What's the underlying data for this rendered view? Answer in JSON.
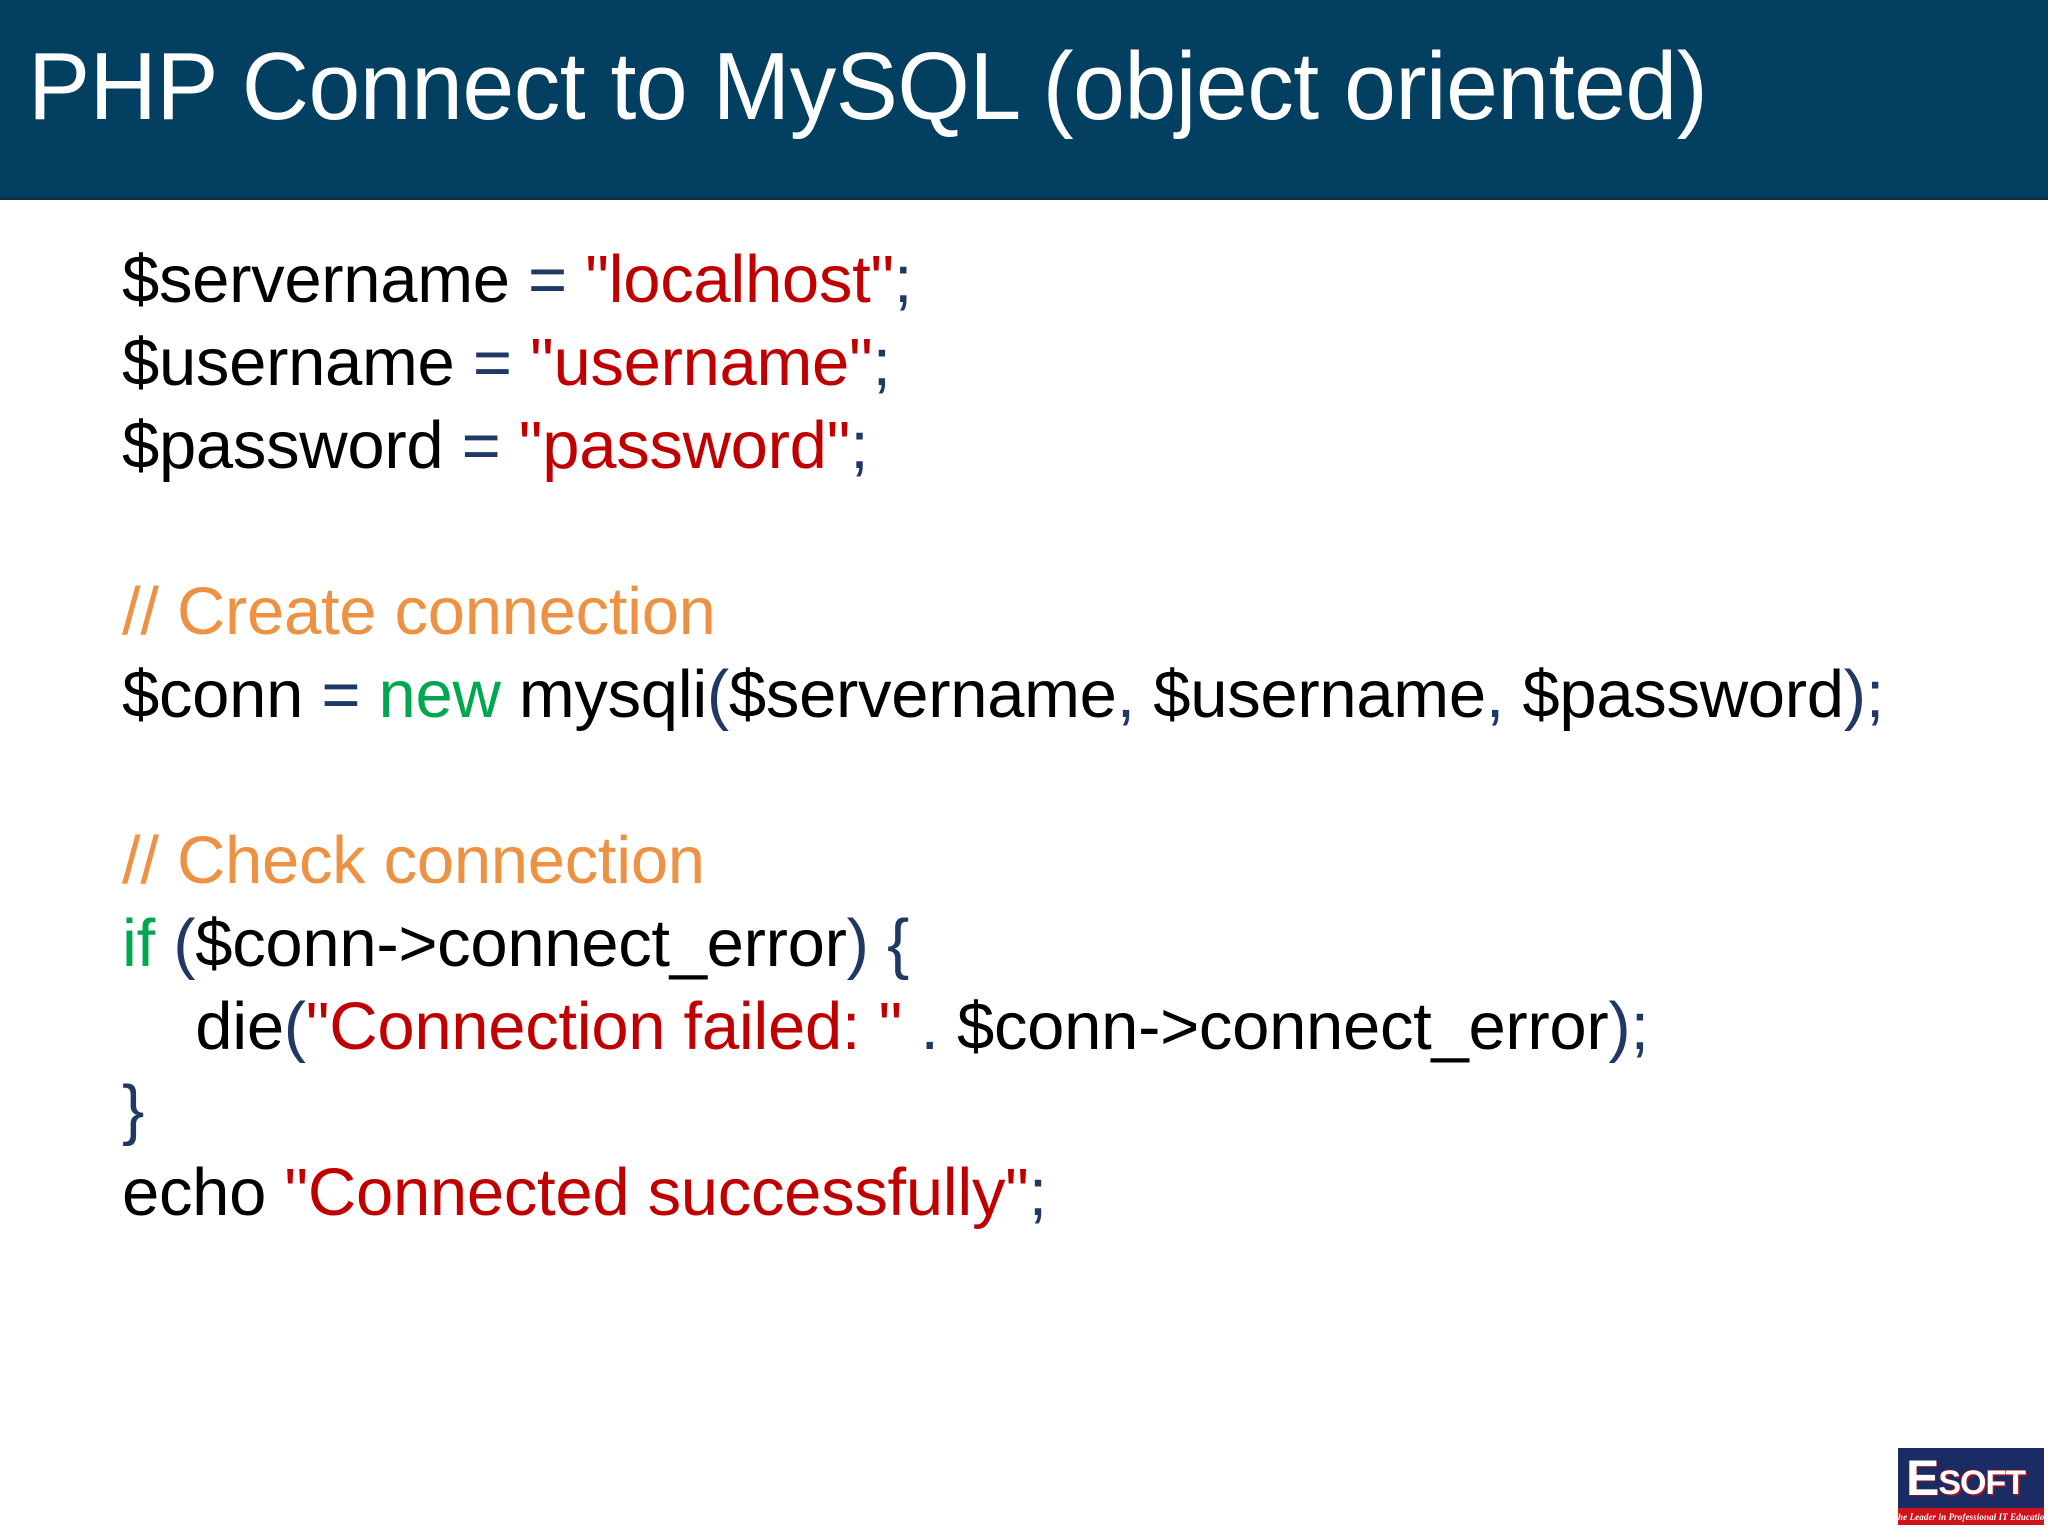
{
  "header": {
    "title": "PHP Connect to MySQL (object oriented)",
    "background_color": "#023F60",
    "text_color": "#FFFFFF"
  },
  "colors": {
    "plain": "#000000",
    "punctuation": "#1F3864",
    "string": "#C00000",
    "comment": "#ED9243",
    "keyword": "#00A650",
    "function": "#1272C4",
    "background": "#FFFFFF"
  },
  "code": {
    "language": "php",
    "lines": [
      {
        "id": "line-servername",
        "tokens": [
          {
            "t": "$servername ",
            "k": "plain"
          },
          {
            "t": "=",
            "k": "punct"
          },
          {
            "t": " ",
            "k": "plain"
          },
          {
            "t": "\"localhost\"",
            "k": "string"
          },
          {
            "t": ";",
            "k": "punct"
          }
        ]
      },
      {
        "id": "line-username",
        "tokens": [
          {
            "t": "$username ",
            "k": "plain"
          },
          {
            "t": "=",
            "k": "punct"
          },
          {
            "t": " ",
            "k": "plain"
          },
          {
            "t": "\"username\"",
            "k": "string"
          },
          {
            "t": ";",
            "k": "punct"
          }
        ]
      },
      {
        "id": "line-password",
        "tokens": [
          {
            "t": "$password ",
            "k": "plain"
          },
          {
            "t": "=",
            "k": "punct"
          },
          {
            "t": " ",
            "k": "plain"
          },
          {
            "t": "\"password\"",
            "k": "string"
          },
          {
            "t": ";",
            "k": "punct"
          }
        ]
      },
      {
        "id": "line-blank-1",
        "tokens": []
      },
      {
        "id": "line-comment-create",
        "tokens": [
          {
            "t": "// Create connection",
            "k": "comment"
          }
        ]
      },
      {
        "id": "line-conn-new",
        "tokens": [
          {
            "t": "$conn ",
            "k": "plain"
          },
          {
            "t": "=",
            "k": "punct"
          },
          {
            "t": " ",
            "k": "plain"
          },
          {
            "t": "new",
            "k": "keyword"
          },
          {
            "t": " mysqli",
            "k": "plain"
          },
          {
            "t": "(",
            "k": "punct"
          },
          {
            "t": "$servername",
            "k": "plain"
          },
          {
            "t": ",",
            "k": "punct"
          },
          {
            "t": " $username",
            "k": "plain"
          },
          {
            "t": ",",
            "k": "punct"
          },
          {
            "t": " $password",
            "k": "plain"
          },
          {
            "t": ")",
            "k": "punct"
          },
          {
            "t": ";",
            "k": "punct"
          }
        ]
      },
      {
        "id": "line-blank-2",
        "tokens": []
      },
      {
        "id": "line-comment-check",
        "tokens": [
          {
            "t": "// Check connection",
            "k": "comment"
          }
        ]
      },
      {
        "id": "line-if",
        "tokens": [
          {
            "t": "if",
            "k": "keyword"
          },
          {
            "t": " ",
            "k": "plain"
          },
          {
            "t": "(",
            "k": "punct"
          },
          {
            "t": "$conn",
            "k": "plain"
          },
          {
            "t": "->",
            "k": "function"
          },
          {
            "t": "connect_error",
            "k": "plain"
          },
          {
            "t": ")",
            "k": "punct"
          },
          {
            "t": " ",
            "k": "plain"
          },
          {
            "t": "{",
            "k": "punct"
          }
        ]
      },
      {
        "id": "line-die",
        "tokens": [
          {
            "t": "    ",
            "k": "plain"
          },
          {
            "t": "die",
            "k": "function"
          },
          {
            "t": "(",
            "k": "punct"
          },
          {
            "t": "\"Connection failed: \"",
            "k": "string"
          },
          {
            "t": " ",
            "k": "plain"
          },
          {
            "t": ".",
            "k": "punct"
          },
          {
            "t": " $conn",
            "k": "plain"
          },
          {
            "t": "->",
            "k": "function"
          },
          {
            "t": "connect_error",
            "k": "plain"
          },
          {
            "t": ")",
            "k": "punct"
          },
          {
            "t": ";",
            "k": "punct"
          }
        ]
      },
      {
        "id": "line-close-brace",
        "tokens": [
          {
            "t": "}",
            "k": "punct"
          }
        ]
      },
      {
        "id": "line-echo",
        "tokens": [
          {
            "t": "echo",
            "k": "function"
          },
          {
            "t": " ",
            "k": "plain"
          },
          {
            "t": "\"Connected successfully\"",
            "k": "string"
          },
          {
            "t": ";",
            "k": "punct"
          }
        ]
      }
    ]
  },
  "logo": {
    "name": "esoft-logo",
    "letter_e": "E",
    "letter_soft": "SOFT",
    "tagline": "The Leader in Professional IT Education",
    "box_color": "#1B2B63",
    "tagline_bar_color": "#D0121B"
  }
}
